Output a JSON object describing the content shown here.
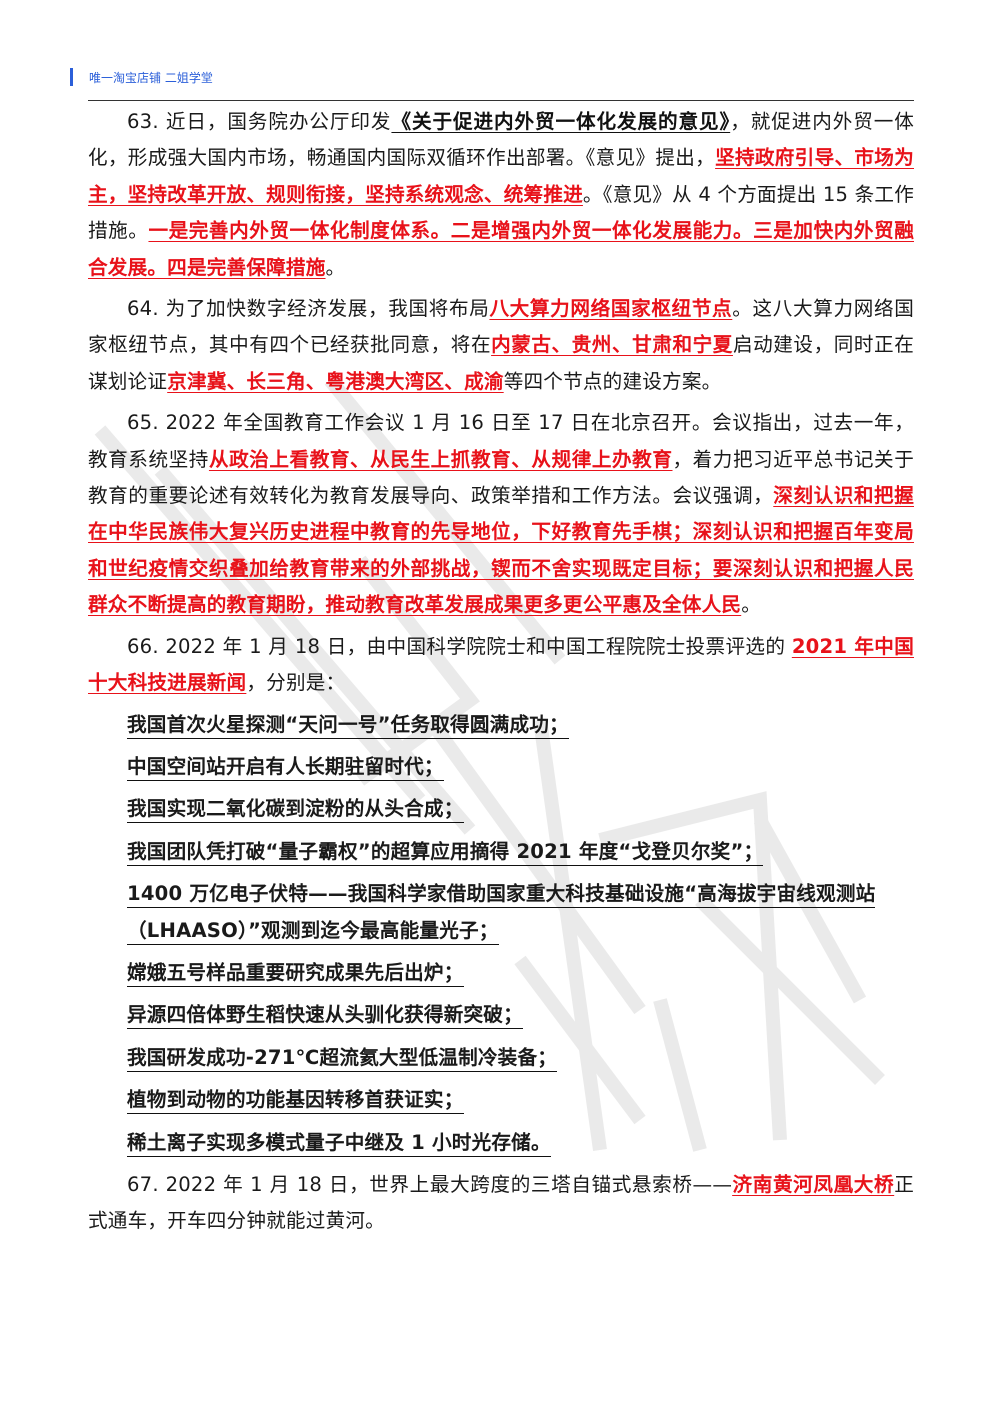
{
  "header": {
    "text": "唯一淘宝店铺  二姐学堂"
  },
  "paragraphs": [
    {
      "id": "63",
      "segments": [
        {
          "t": "63. 近日，国务院办公厅印发"
        },
        {
          "t": "《关于促进内外贸一体化发展的意见》",
          "s": "blk"
        },
        {
          "t": "，就促进内外贸一体化，形成强大国内市场，畅通国内国际双循环作出部署。《意见》提出，"
        },
        {
          "t": "坚持政府引导、市场为主，坚持改革开放、规则衔接，坚持系统观念、统筹推进",
          "s": "red"
        },
        {
          "t": "。《意见》从 4 个方面提出 15 条工作措施。"
        },
        {
          "t": "一是完善内外贸一体化制度体系。二是增强内外贸一体化发展能力。三是加快内外贸融合发展。四是完善保障措施",
          "s": "red"
        },
        {
          "t": "。"
        }
      ]
    },
    {
      "id": "64",
      "segments": [
        {
          "t": "64. 为了加快数字经济发展，我国将布局"
        },
        {
          "t": "八大算力网络国家枢纽节点",
          "s": "red"
        },
        {
          "t": "。这八大算力网络国家枢纽节点，其中有四个已经获批同意，将在"
        },
        {
          "t": "内蒙古、贵州、甘肃和宁夏",
          "s": "red"
        },
        {
          "t": "启动建设，同时正在谋划论证"
        },
        {
          "t": "京津冀、长三角、粤港澳大湾区、成渝",
          "s": "red"
        },
        {
          "t": "等四个节点的建设方案。"
        }
      ]
    },
    {
      "id": "65",
      "segments": [
        {
          "t": "65. 2022 年全国教育工作会议 1 月 16 日至 17 日在北京召开。会议指出，过去一年，教育系统坚持"
        },
        {
          "t": "从政治上看教育、从民生上抓教育、从规律上办教育",
          "s": "red"
        },
        {
          "t": "，着力把习近平总书记关于教育的重要论述有效转化为教育发展导向、政策举措和工作方法。会议强调，"
        },
        {
          "t": "深刻认识和把握在中华民族伟大复兴历史进程中教育的先导地位，下好教育先手棋；深刻认识和把握百年变局和世纪疫情交织叠加给教育带来的外部挑战，锲而不舍实现既定目标；要深刻认识和把握人民群众不断提高的教育期盼，推动教育改革发展成果更多更公平惠及全体人民",
          "s": "red"
        },
        {
          "t": "。"
        }
      ]
    },
    {
      "id": "66",
      "segments": [
        {
          "t": "66. 2022 年 1 月 18 日，由中国科学院院士和中国工程院院士投票评选的 "
        },
        {
          "t": "2021 年中国十大科技进展新闻",
          "s": "red"
        },
        {
          "t": "，分别是："
        }
      ]
    }
  ],
  "tech_list": [
    "我国首次火星探测“天问一号”任务取得圆满成功；",
    "中国空间站开启有人长期驻留时代；",
    "我国实现二氧化碳到淀粉的从头合成；",
    "我国团队凭打破“量子霸权”的超算应用摘得 2021 年度“戈登贝尔奖”；",
    "1400 万亿电子伏特——我国科学家借助国家重大科技基础设施“高海拔宇宙线观测站（LHAASO）”观测到迄今最高能量光子；",
    "嫦娥五号样品重要研究成果先后出炉；",
    "异源四倍体野生稻快速从头驯化获得新突破；",
    "我国研发成功-271℃超流氦大型低温制冷装备；",
    "植物到动物的功能基因转移首获证实；",
    "稀土离子实现多模式量子中继及 1 小时光存储。"
  ],
  "paragraph_67": {
    "segments": [
      {
        "t": "67. 2022 年 1 月 18 日，世界上最大跨度的三塔自锚式悬索桥——"
      },
      {
        "t": "济南黄河凤凰大桥",
        "s": "red"
      },
      {
        "t": "正式通车，开车四分钟就能过黄河。"
      }
    ]
  }
}
